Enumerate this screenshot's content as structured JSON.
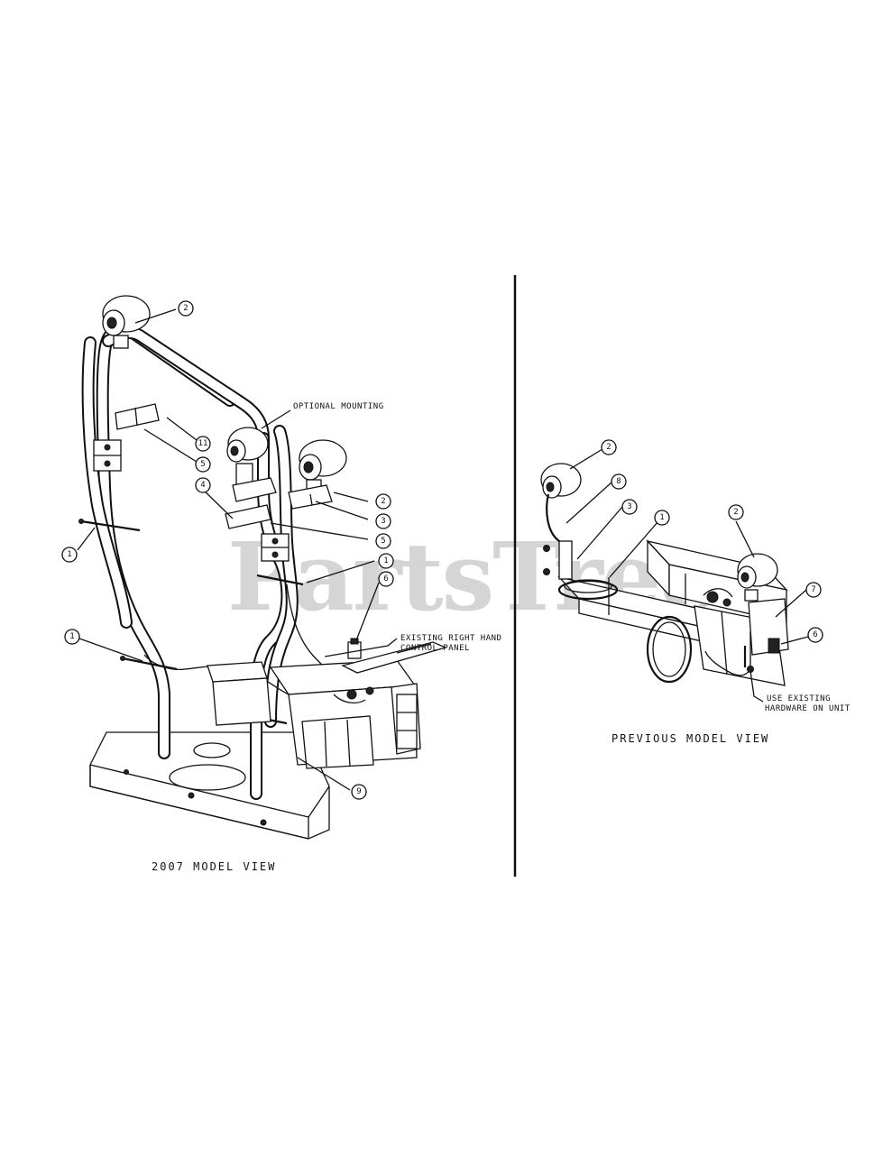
{
  "watermark": "PartsTree",
  "left_view": {
    "caption": "2007 MODEL VIEW",
    "note_optional": "OPTIONAL MOUNTING",
    "note_panel_line1": "EXISTING RIGHT HAND",
    "note_panel_line2": "CONTROL PANEL",
    "callouts": [
      "2",
      "11",
      "5",
      "4",
      "2",
      "3",
      "5",
      "1",
      "1",
      "6",
      "1",
      "9"
    ]
  },
  "right_view": {
    "caption": "PREVIOUS MODEL VIEW",
    "note_hw_line1": "USE EXISTING",
    "note_hw_line2": "HARDWARE ON UNIT",
    "callouts": [
      "2",
      "8",
      "3",
      "1",
      "2",
      "7",
      "6"
    ]
  }
}
